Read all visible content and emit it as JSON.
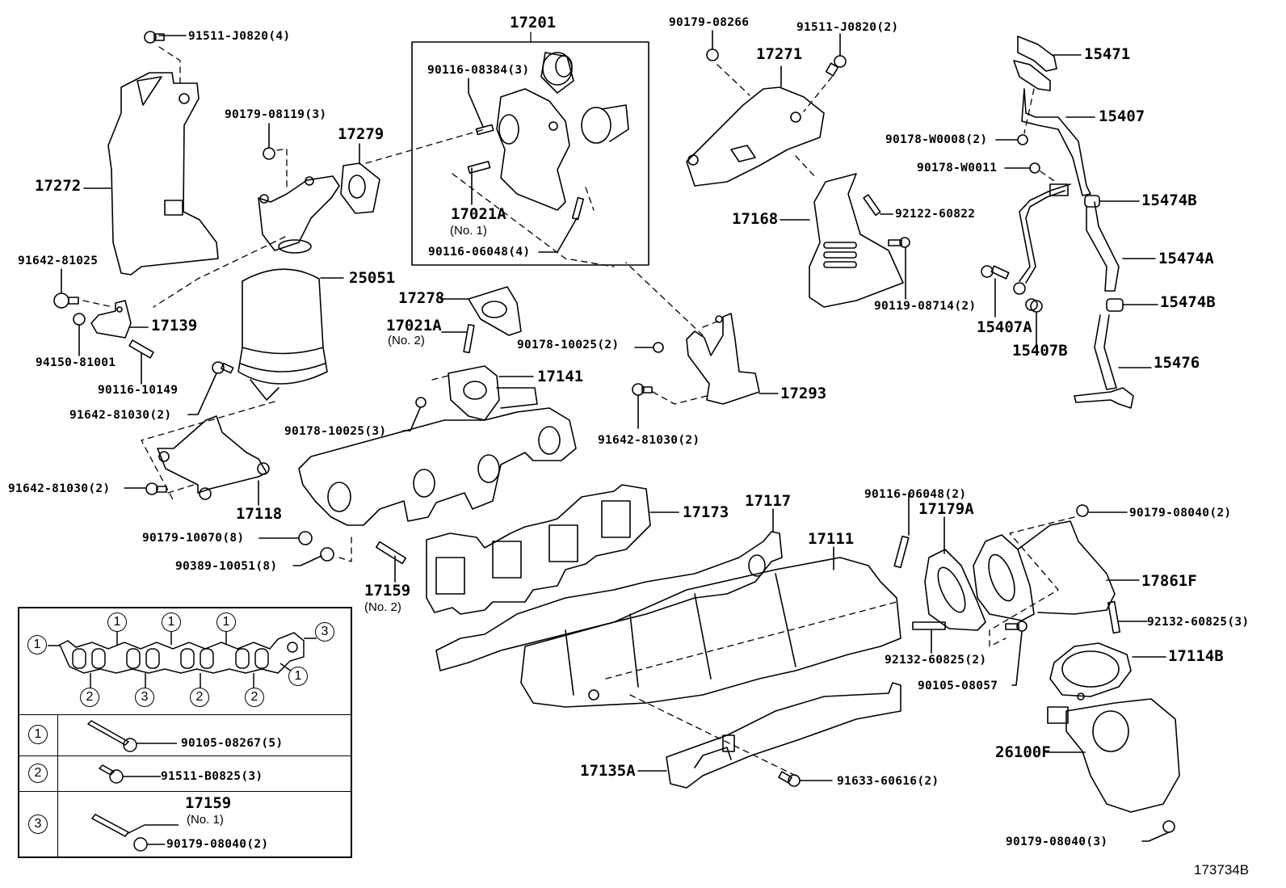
{
  "diagram": {
    "type": "exploded-parts-diagram",
    "figure_code": "173734B",
    "labels": {
      "p91511_J0820_4": "91511-J0820(4)",
      "p17272": "17272",
      "p90179_08119_3": "90179-08119(3)",
      "p17279": "17279",
      "p17201": "17201",
      "p90116_08384_3": "90116-08384(3)",
      "p17021A_no1": "17021A",
      "p17021A_no1_sub": "(No. 1)",
      "p90116_06048_4": "90116-06048(4)",
      "p90179_08266": "90179-08266",
      "p91511_J0820_2": "91511-J0820(2)",
      "p17271": "17271",
      "p15471": "15471",
      "p15407": "15407",
      "p90178_W0008_2": "90178-W0008(2)",
      "p90178_W0011": "90178-W0011",
      "p15474B_top": "15474B",
      "p17168": "17168",
      "p92122_60822": "92122-60822",
      "p15474A": "15474A",
      "p90119_08714_2": "90119-08714(2)",
      "p15407A": "15407A",
      "p15474B_bottom": "15474B",
      "p15407B": "15407B",
      "p15476": "15476",
      "p91642_81025": "91642-81025",
      "p25051": "25051",
      "p17139": "17139",
      "p17278": "17278",
      "p17021A_no2": "17021A",
      "p17021A_no2_sub": "(No. 2)",
      "p94150_81001": "94150-81001",
      "p90178_10025_2": "90178-10025(2)",
      "p90116_10149": "90116-10149",
      "p17141": "17141",
      "p91642_81030_2_a": "91642-81030(2)",
      "p17293": "17293",
      "p90178_10025_3": "90178-10025(3)",
      "p91642_81030_2_b": "91642-81030(2)",
      "p91642_81030_2_c": "91642-81030(2)",
      "p17118": "17118",
      "p90116_06048_2": "90116-06048(2)",
      "p17117": "17117",
      "p17173": "17173",
      "p17179A": "17179A",
      "p90179_08040_2_a": "90179-08040(2)",
      "p17111": "17111",
      "p90179_10070_8": "90179-10070(8)",
      "p90389_10051_8": "90389-10051(8)",
      "p17159_no2": "17159",
      "p17159_no2_sub": "(No. 2)",
      "p17861F": "17861F",
      "p92132_60825_3": "92132-60825(3)",
      "p92132_60825_2": "92132-60825(2)",
      "p17114B": "17114B",
      "p90105_08057": "90105-08057",
      "p26100F": "26100F",
      "p17135A": "17135A",
      "p91633_60616_2": "91633-60616(2)",
      "p90179_08040_3": "90179-08040(3)"
    },
    "legend": {
      "gasket_callouts": [
        "1",
        "1",
        "1",
        "1",
        "3",
        "1",
        "2",
        "3",
        "2",
        "2"
      ],
      "rows": [
        {
          "code": "1",
          "part": "90105-08267(5)"
        },
        {
          "code": "2",
          "part": "91511-B0825(3)"
        },
        {
          "code": "3",
          "part": "17159",
          "part_sub": "(No. 1)",
          "part2": "90179-08040(2)"
        }
      ]
    }
  }
}
